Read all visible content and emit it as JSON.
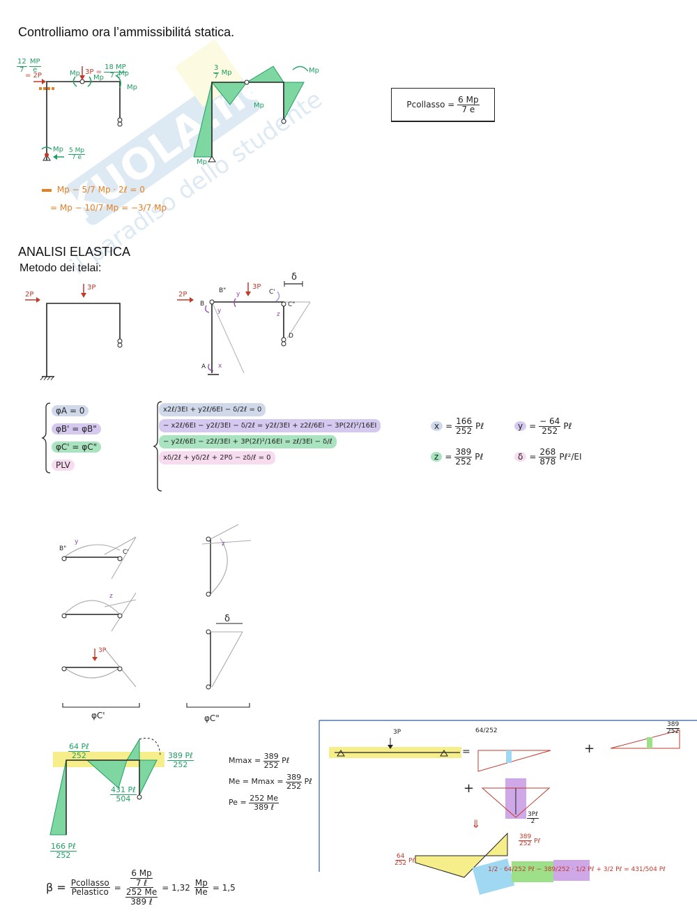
{
  "section1": {
    "heading": "Controlliamo ora l’ammissibilitá statica."
  },
  "frame1": {
    "load_h_top": "12",
    "load_h_bot": "7",
    "load_h_unit": "MP",
    "load_h_unit_den": "e",
    "load_h_eq": "= 2P",
    "load_v": "3P =",
    "load_v_num": "18 MP",
    "load_v_den": "7  e",
    "mp1": "Mp",
    "mp2": "Mp",
    "mp3": "Mp",
    "mp4": "Mp",
    "base_mp": "Mp",
    "base_force_num": "5 Mp",
    "base_force_den": "7  e"
  },
  "moment1": {
    "label_top_num": "3",
    "label_top_den": "7",
    "label_top_unit": "Mp",
    "label_right": "Mp",
    "label_mid": "Mp",
    "label_base": "Mp"
  },
  "eq_orange": {
    "line1": "Mp − 5/7 Mp · 2ℓ = 0",
    "line2": "= Mp − 10/7 Mp = −3/7 Mp"
  },
  "boxed": {
    "lhs": "Pcollasso =",
    "num": "6  Mp",
    "den": "7  e"
  },
  "section2": {
    "heading": "ANALISI ELASTICA",
    "subheading": "Metodo dei telai:"
  },
  "frame2": {
    "load_h": "2P",
    "load_v": "3P"
  },
  "frame3": {
    "load_h": "2P",
    "load_v": "3P",
    "B": "B",
    "Bp": "B\"",
    "Cp": "C'",
    "Cpp": "C\"",
    "D": "D",
    "A": "A",
    "x": "x",
    "y": "y",
    "z": "z",
    "delta": "δ"
  },
  "conditions": [
    {
      "text": "φA = 0",
      "bg": "blue"
    },
    {
      "text": "φB' = φB\"",
      "bg": "lilac"
    },
    {
      "text": "φC' = φC\"",
      "bg": "mint"
    },
    {
      "text": "PLV",
      "bg": "pink"
    }
  ],
  "system": [
    {
      "bg": "blue",
      "terms": [
        "x2ℓ/3EI",
        "+ y2ℓ/6EI",
        "− δ/2ℓ",
        "= 0"
      ]
    },
    {
      "bg": "lilac",
      "terms": [
        "− x2ℓ/6EI",
        "− y2ℓ/3EI",
        "− δ/2ℓ",
        "= y2ℓ/3EI",
        "+ z2ℓ/6EI",
        "− 3P(2ℓ)²/16EI"
      ]
    },
    {
      "bg": "mint",
      "terms": [
        "− y2ℓ/6EI",
        "− z2ℓ/3EI",
        "+ 3P(2ℓ)²/16EI",
        "= zℓ/3EI",
        "− δ/ℓ"
      ]
    },
    {
      "bg": "pink",
      "terms": [
        "xδ/2ℓ",
        "+ yδ/2ℓ",
        "+ 2Pδ",
        "− zδ/ℓ",
        "= 0"
      ]
    }
  ],
  "results": [
    {
      "var": "x",
      "num": "166",
      "den": "252",
      "unit": "Pℓ",
      "bg": "blue"
    },
    {
      "var": "y",
      "num": "− 64",
      "den": "252",
      "unit": "Pℓ",
      "bg": "lilac"
    },
    {
      "var": "z",
      "num": "389",
      "den": "252",
      "unit": "Pℓ",
      "bg": "mint"
    },
    {
      "var": "δ",
      "num": "268",
      "den": "878",
      "unit": "Pℓ²/EI",
      "bg": "pink"
    }
  ],
  "sketches": {
    "Bpp": "B\"",
    "Cp": "C'",
    "y": "y",
    "z": "z",
    "load": "3P",
    "delta": "δ",
    "group_left": "φC'",
    "group_right": "φC\""
  },
  "moment2": {
    "top_num": "64 Pℓ",
    "top_den": "252",
    "right_num": "389 Pℓ",
    "right_den": "252",
    "mid_num": "431 Pℓ",
    "mid_den": "504",
    "base_num": "166 Pℓ",
    "base_den": "252"
  },
  "mmax": {
    "l1": "Mmax =",
    "l1_num": "389",
    "l1_den": "252",
    "l1_u": "Pℓ",
    "l2": "Me = Mmax =",
    "l2_num": "389",
    "l2_den": "252",
    "l2_u": "Pℓ",
    "l3": "Pe =",
    "l3_num": "252  Me",
    "l3_den": "389  ℓ"
  },
  "beta": {
    "lhs": "β =",
    "num": "Pcollasso",
    "den": "Pelastico",
    "eq": "=",
    "n2": "6  Mp",
    "n2d": "7   ℓ",
    "d2": "252 Me",
    "d2d": "389  ℓ",
    "res": "= 1,32",
    "res_num": "Mp",
    "res_den": "Me",
    "tail": "= 1,5"
  },
  "superposition": {
    "load": "3P",
    "lab1": "64/252",
    "equals": "=",
    "plus1": "+",
    "plus2": "+",
    "right_top_num": "389",
    "right_top_den": "252",
    "mid_lab_num": "3Pℓ",
    "mid_lab_den": "2",
    "arrow": "⇓",
    "res_right_num": "389",
    "res_right_den": "252",
    "res_right_u": "Pℓ",
    "res_left_num": "64",
    "res_left_den": "252",
    "res_left_u": "Pℓ",
    "sum": "1/2 · 64/252 Pℓ − 389/252 · 1/2 Pℓ + 3/2 Pℓ = 431/504 Pℓ"
  }
}
